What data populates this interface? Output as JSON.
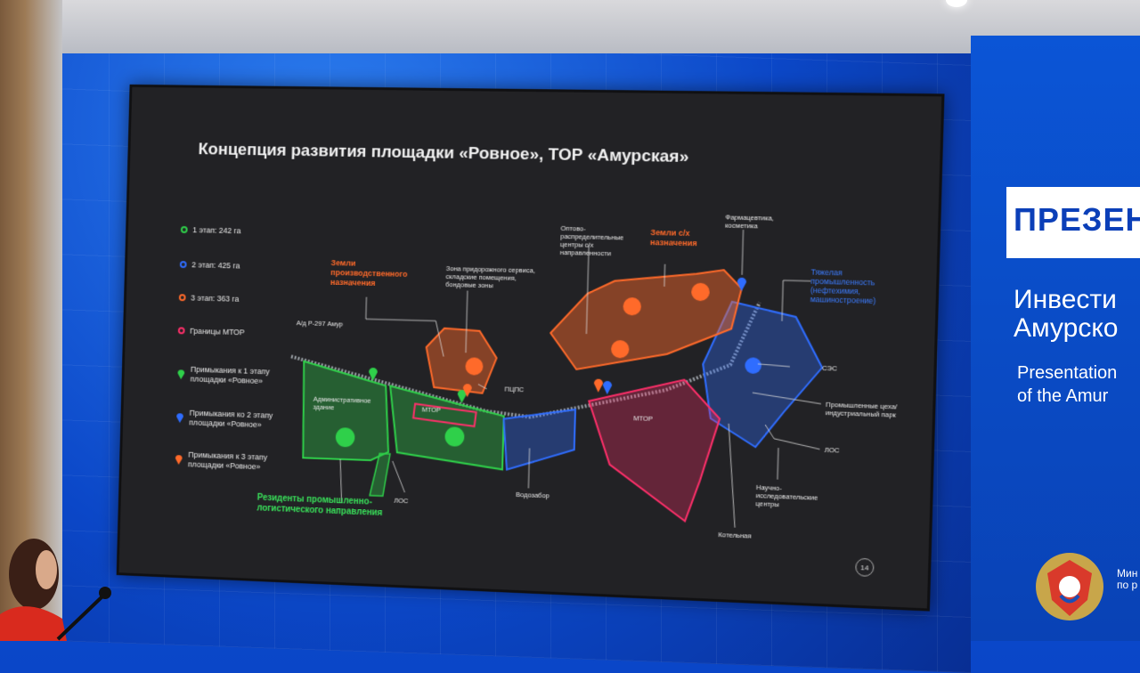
{
  "slide": {
    "title": "Концепция развития площадки «Ровное», ТОР «Амурская»",
    "page_number": "14"
  },
  "legend": {
    "stage1": "1 этап: 242 га",
    "stage2": "2 этап: 425 га",
    "stage3": "3 этап: 363 га",
    "mtor_bounds": "Границы МТОР",
    "junction1_line1": "Примыкания к 1 этапу",
    "junction1_line2": "площадки «Ровное»",
    "junction2_line1": "Примыкания ко 2 этапу",
    "junction2_line2": "площадки «Ровное»",
    "junction3_line1": "Примыкания к 3 этапу",
    "junction3_line2": "площадки «Ровное»"
  },
  "map_labels": {
    "road": "А/д Р-297 Амур",
    "industrial_land_1": "Земли",
    "industrial_land_2": "производственного",
    "industrial_land_3": "назначения",
    "service_zone_1": "Зона придорожного сервиса,",
    "service_zone_2": "складские помещения,",
    "service_zone_3": "бондовые зоны",
    "wholesale_1": "Оптово-",
    "wholesale_2": "распределительные",
    "wholesale_3": "центры с/х",
    "wholesale_4": "направленности",
    "agri_land_1": "Земли с/х",
    "agri_land_2": "назначения",
    "pharma_1": "Фармацевтика,",
    "pharma_2": "косметика",
    "heavy_1": "Тяжелая",
    "heavy_2": "промышленность",
    "heavy_3": "(нефтехимия,",
    "heavy_4": "машиностроение)",
    "ses": "СЭС",
    "workshops_1": "Промышленные цеха/",
    "workshops_2": "индустриальный парк",
    "los_right": "ЛОС",
    "research_1": "Научно-",
    "research_2": "исследовательские",
    "research_3": "центры",
    "boiler": "Котельная",
    "water_intake": "Водозабор",
    "mtor_center": "МТОР",
    "mtor_left": "МТОР",
    "pcps": "ПЦПС",
    "admin_1": "Административное",
    "admin_2": "здание",
    "los_left": "ЛОС",
    "residents_1": "Резиденты промышленно-",
    "residents_2": "логистического направления"
  },
  "right_panel": {
    "title": "ПРЕЗЕН",
    "line1": "Инвести",
    "line2": "Амурско",
    "line3": "Presentation",
    "line4": "of the Amur",
    "ministry_1": "Мин",
    "ministry_2": "по р"
  },
  "colors": {
    "stage1": "#2fd04a",
    "stage2": "#2f6dff",
    "stage3": "#ff6a2a",
    "mtor": "#ff2f6a",
    "slide_bg": "#222225"
  }
}
